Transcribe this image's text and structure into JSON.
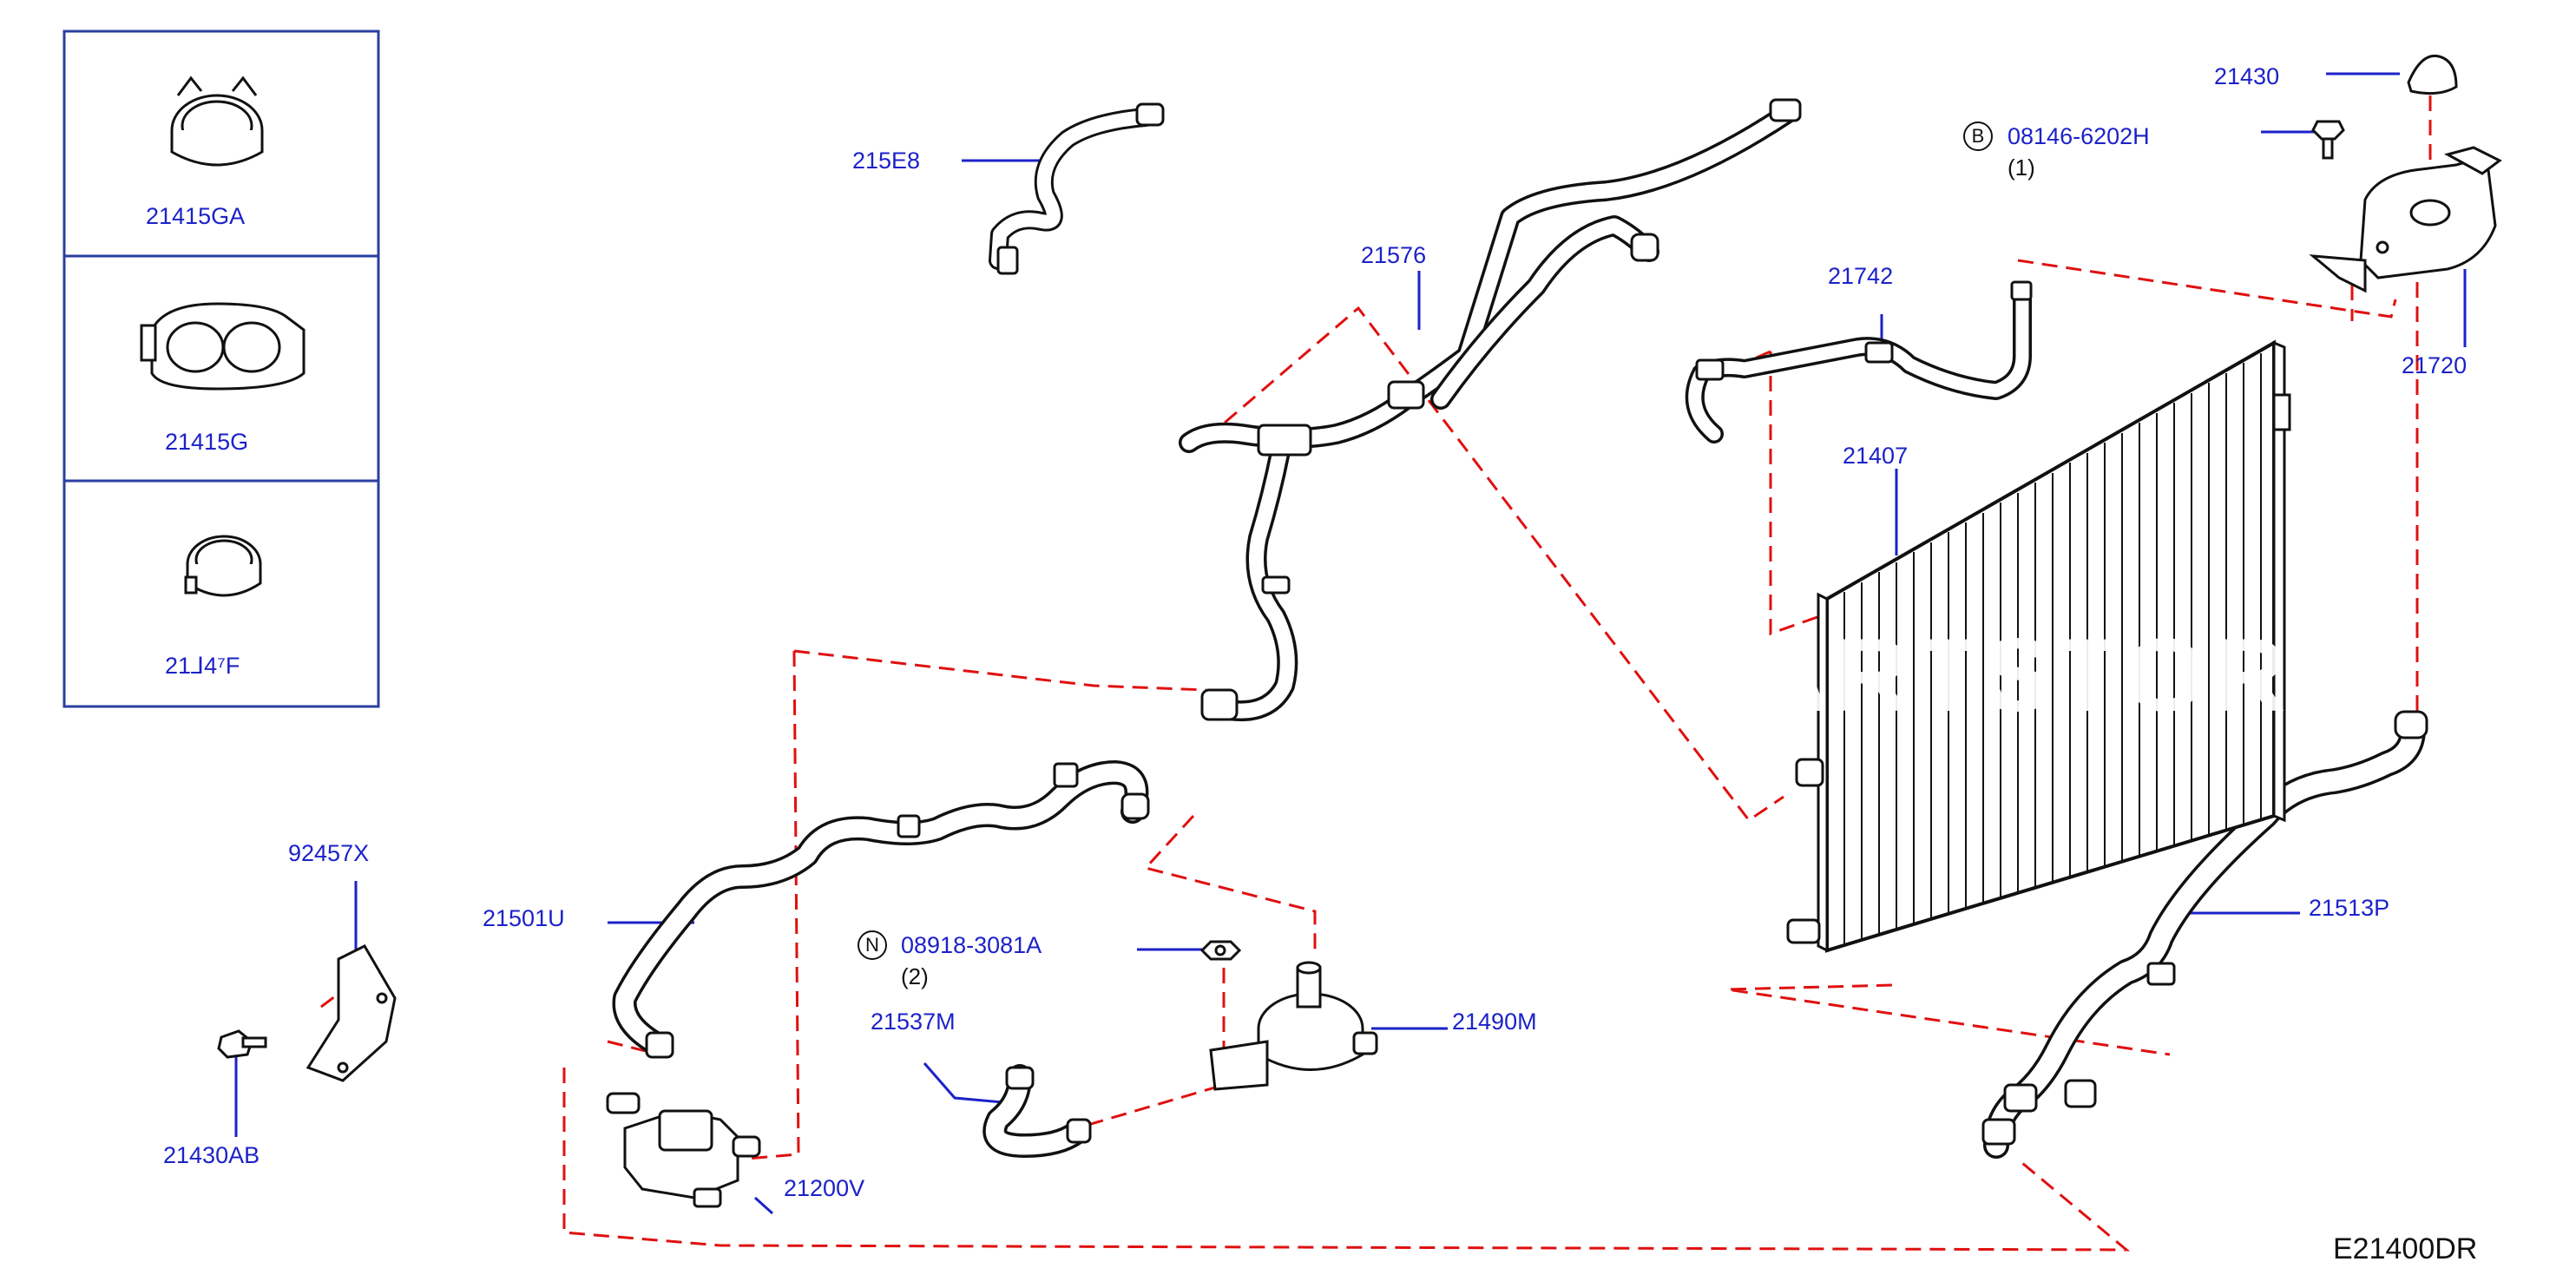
{
  "diagram_code": "E21400DR",
  "watermark": "ARTSTORE",
  "inset_parts": [
    {
      "label": "21415GA"
    },
    {
      "label": "21415G"
    },
    {
      "label": "21⅃4⁷F"
    }
  ],
  "callouts": {
    "p215E8": "215E8",
    "p21576": "21576",
    "p21430": "21430",
    "p08146": "08146-6202H",
    "p08146_qty": "(1)",
    "p08146_mark": "B",
    "p21742": "21742",
    "p21720": "21720",
    "p21407": "21407",
    "p21501U": "21501U",
    "p08918": "08918-3081A",
    "p08918_qty": "(2)",
    "p08918_mark": "N",
    "p21537M": "21537M",
    "p21490M": "21490M",
    "p21513P": "21513P",
    "p92457X": "92457X",
    "p21430AB": "21430AB",
    "p21200V": "21200V"
  },
  "colors": {
    "callout_text": "#1c22c8",
    "leader_line": "#1c22c8",
    "dashed_line": "#e01010",
    "part_outline": "#111111",
    "background": "#ffffff"
  }
}
